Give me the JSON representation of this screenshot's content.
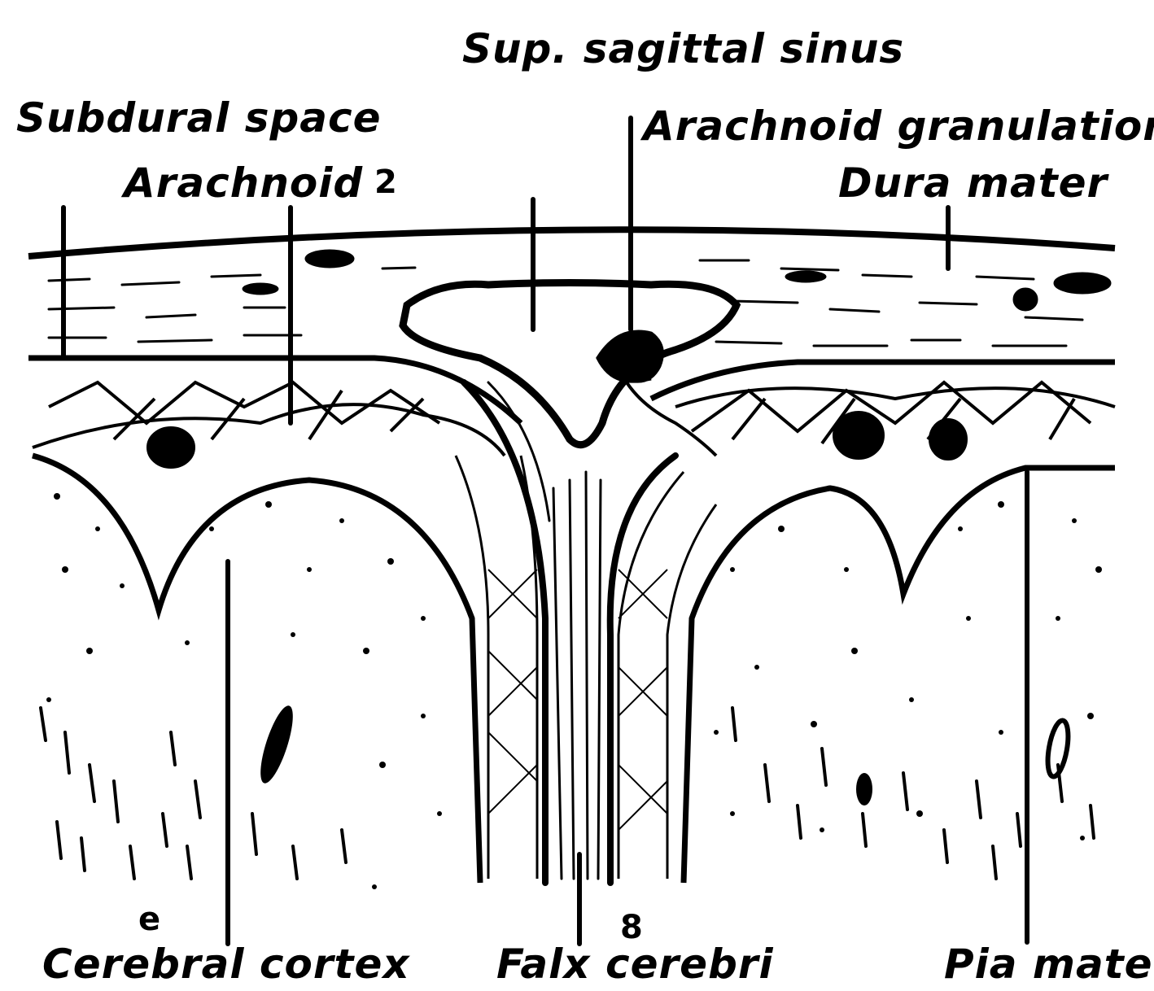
{
  "labels": {
    "sup_sagittal_sinus": "Sup. sagittal sinus",
    "subdural_space": "Subdural space",
    "arachnoid": "Arachnoid",
    "arachnoid_granulation": "Arachnoid granulation",
    "dura_mater": "Dura mater",
    "cerebral_cortex": "Cerebral cortex",
    "falx_cerebri": "Falx cerebri",
    "pia_mater": "Pia mater"
  },
  "marks": {
    "arachnoid_mark": "2",
    "falx_mark": "8",
    "cortex_mark": "e"
  },
  "colors": {
    "ink": "#000000",
    "background": "#ffffff"
  }
}
